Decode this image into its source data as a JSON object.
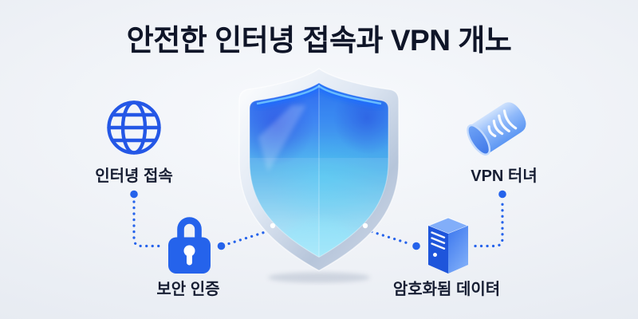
{
  "title": "안전한 인터녕 접속과 VPN 개노",
  "nodes": {
    "internet": {
      "label": "인터녕 접속",
      "icon": "globe-icon"
    },
    "vpn_tunnel": {
      "label": "VPN 터녀",
      "icon": "tunnel-icon"
    },
    "security_auth": {
      "label": "보안 인증",
      "icon": "lock-icon"
    },
    "encrypted_data": {
      "label": "암호화됨 데이텨",
      "icon": "server-icon"
    },
    "shield": {
      "icon": "glass-shield-icon"
    }
  },
  "colors": {
    "accent_blue": "#2563eb",
    "title_text": "#0f1528",
    "label_text": "#171e33",
    "background": "#eef1f6"
  }
}
